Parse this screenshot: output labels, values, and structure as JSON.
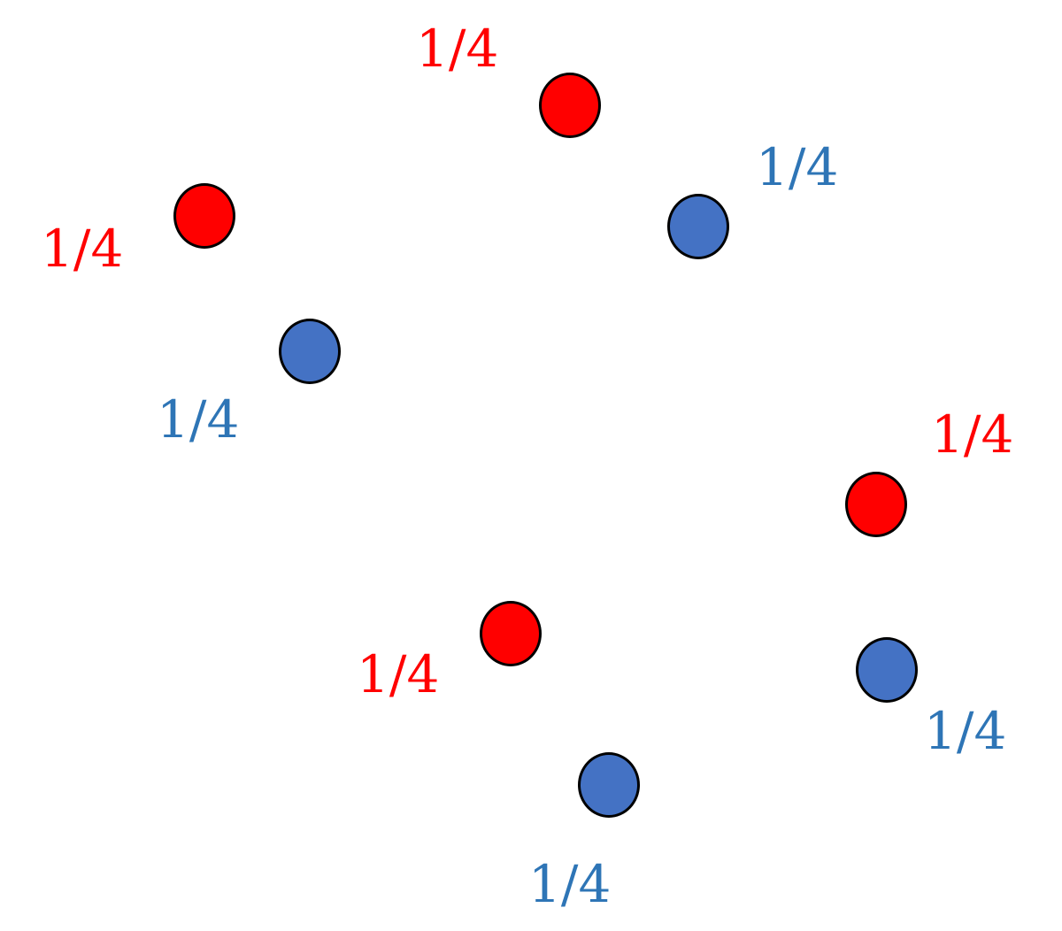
{
  "colors": {
    "red": "#ff0000",
    "blue": "#4472c4",
    "blue_text": "#2e75b6",
    "outline": "#000000"
  },
  "red_points": [
    {
      "label": "1/4"
    },
    {
      "label": "1/4"
    },
    {
      "label": "1/4"
    },
    {
      "label": "1/4"
    }
  ],
  "blue_points": [
    {
      "label": "1/4"
    },
    {
      "label": "1/4"
    },
    {
      "label": "1/4"
    },
    {
      "label": "1/4"
    }
  ]
}
